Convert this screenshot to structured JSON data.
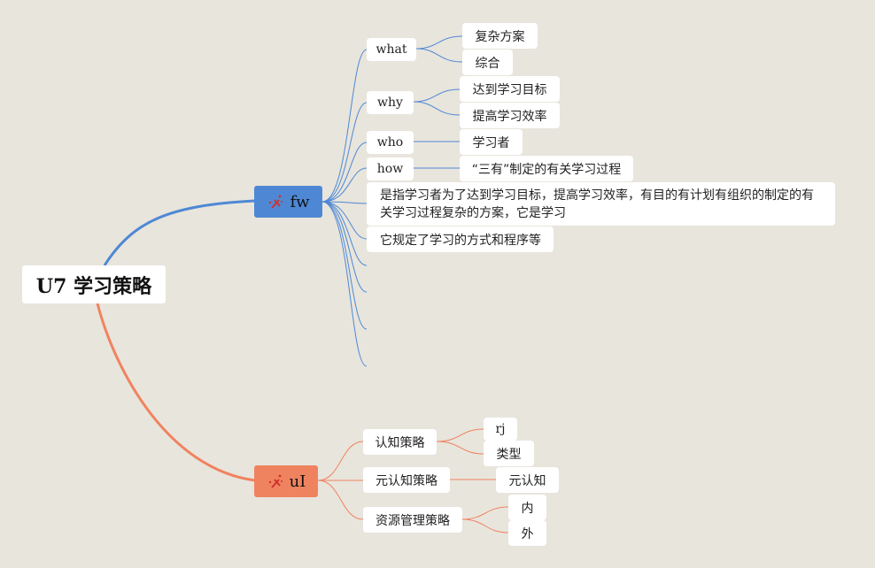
{
  "central": {
    "label": "U7 学习策略"
  },
  "main_topics": [
    {
      "label": "fw",
      "color": "#4e88d4",
      "icon": "sparkle-icon"
    },
    {
      "label": "uI",
      "color": "#f0835f",
      "icon": "sparkle-icon"
    }
  ],
  "fw": {
    "what": {
      "label": "what",
      "children": [
        "复杂方案",
        "综合"
      ]
    },
    "why": {
      "label": "why",
      "children": [
        "达到学习目标",
        "提高学习效率"
      ]
    },
    "who": {
      "label": "who",
      "children": [
        "学习者"
      ]
    },
    "how": {
      "label": "how",
      "children": [
        "“三有”制定的有关学习过程"
      ]
    },
    "definition": "是指学习者为了达到学习目标，提高学习效率，有目的有计划有组织的制定的有关学习过程复杂的方案，它是学习",
    "rule": "它规定了学习的方式和程序等"
  },
  "ul": {
    "cognitive": {
      "label": "认知策略",
      "children": [
        "rj",
        "类型"
      ]
    },
    "metacognitive": {
      "label": "元认知策略",
      "children": [
        "元认知"
      ]
    },
    "resource": {
      "label": "资源管理策略",
      "children": [
        "内",
        "外"
      ]
    }
  },
  "colors": {
    "background": "#e8e5dd",
    "fw_branch": "#4e88d4",
    "ul_branch": "#f0835f",
    "icon_red": "#d0312d"
  }
}
